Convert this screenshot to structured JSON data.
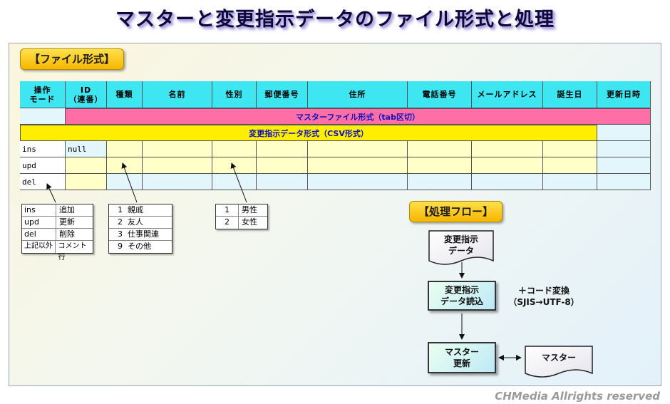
{
  "title": "マスターと変更指示データのファイル形式と処理",
  "file_format_label": "【ファイル形式】",
  "process_flow_label": "【処理フロー】",
  "columns": [
    {
      "line1": "操作",
      "line2": "モード"
    },
    {
      "line1": "ID",
      "line2": "（連番）"
    },
    {
      "line1": "種類",
      "line2": ""
    },
    {
      "line1": "名前",
      "line2": ""
    },
    {
      "line1": "性別",
      "line2": ""
    },
    {
      "line1": "郵便番号",
      "line2": ""
    },
    {
      "line1": "住所",
      "line2": ""
    },
    {
      "line1": "電話番号",
      "line2": ""
    },
    {
      "line1": "メールアドレス",
      "line2": ""
    },
    {
      "line1": "誕生日",
      "line2": ""
    },
    {
      "line1": "更新日時",
      "line2": ""
    }
  ],
  "master_format": "マスターファイル形式（tab区切）",
  "change_format": "変更指示データ形式（CSV形式）",
  "rows": [
    {
      "mode": "ins",
      "id": "null"
    },
    {
      "mode": "upd",
      "id": ""
    },
    {
      "mode": "del",
      "id": ""
    }
  ],
  "legend_mode": [
    {
      "code": "ins",
      "meaning": "追加"
    },
    {
      "code": "upd",
      "meaning": "更新"
    },
    {
      "code": "del",
      "meaning": "削除"
    },
    {
      "code": "上記以外",
      "meaning": "コメント行"
    }
  ],
  "legend_type": [
    {
      "code": "1",
      "meaning": "親戚"
    },
    {
      "code": "2",
      "meaning": "友人"
    },
    {
      "code": "3",
      "meaning": "仕事関連"
    },
    {
      "code": "9",
      "meaning": "その他"
    }
  ],
  "legend_gender": [
    {
      "code": "1",
      "meaning": "男性"
    },
    {
      "code": "2",
      "meaning": "女性"
    }
  ],
  "flow": {
    "input_doc_line1": "変更指示",
    "input_doc_line2": "データ",
    "read_line1": "変更指示",
    "read_line2": "データ読込",
    "conversion_line1": "＋コード変換",
    "conversion_line2": "（SJIS→UTF-8）",
    "update_line1": "マスター",
    "update_line2": "更新",
    "master_doc": "マスター"
  },
  "copyright": "CHMedia Allrights reserved"
}
